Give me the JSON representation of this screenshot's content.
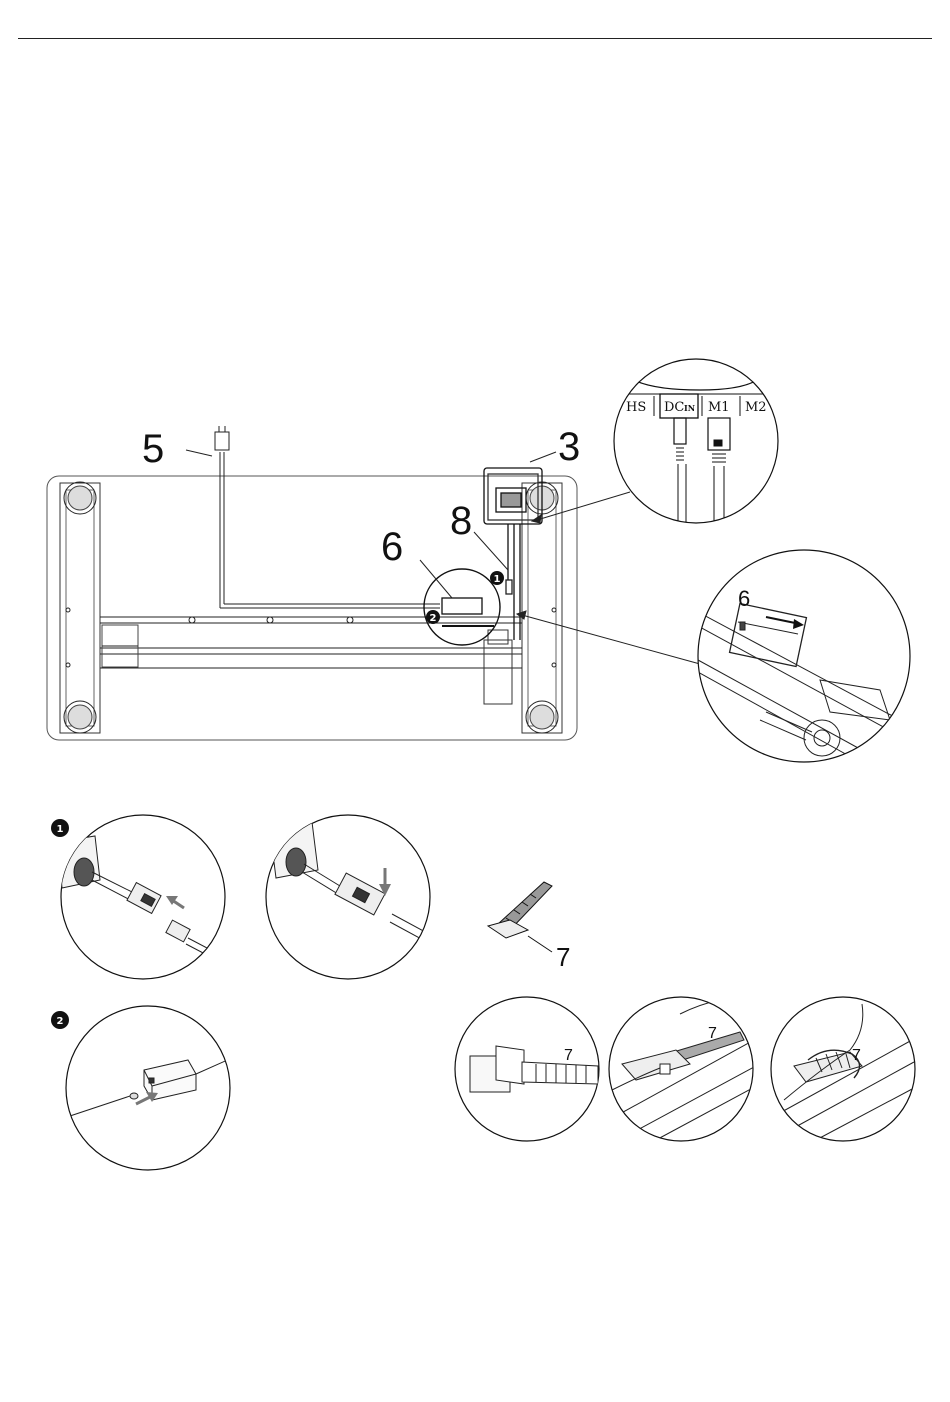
{
  "callouts": {
    "power_cord": "5",
    "control_box": "3",
    "cable": "8",
    "adapter": "6",
    "adapter_detail": "6",
    "cable_tie": "7",
    "tie_step_1": "7",
    "tie_step_2": "7",
    "tie_step_3": "7"
  },
  "ports": {
    "hs": "HS",
    "dc": "DC",
    "dc_in": "IN",
    "m1": "M1",
    "m2": "M2"
  },
  "steps": {
    "one": "1",
    "two": "2"
  }
}
